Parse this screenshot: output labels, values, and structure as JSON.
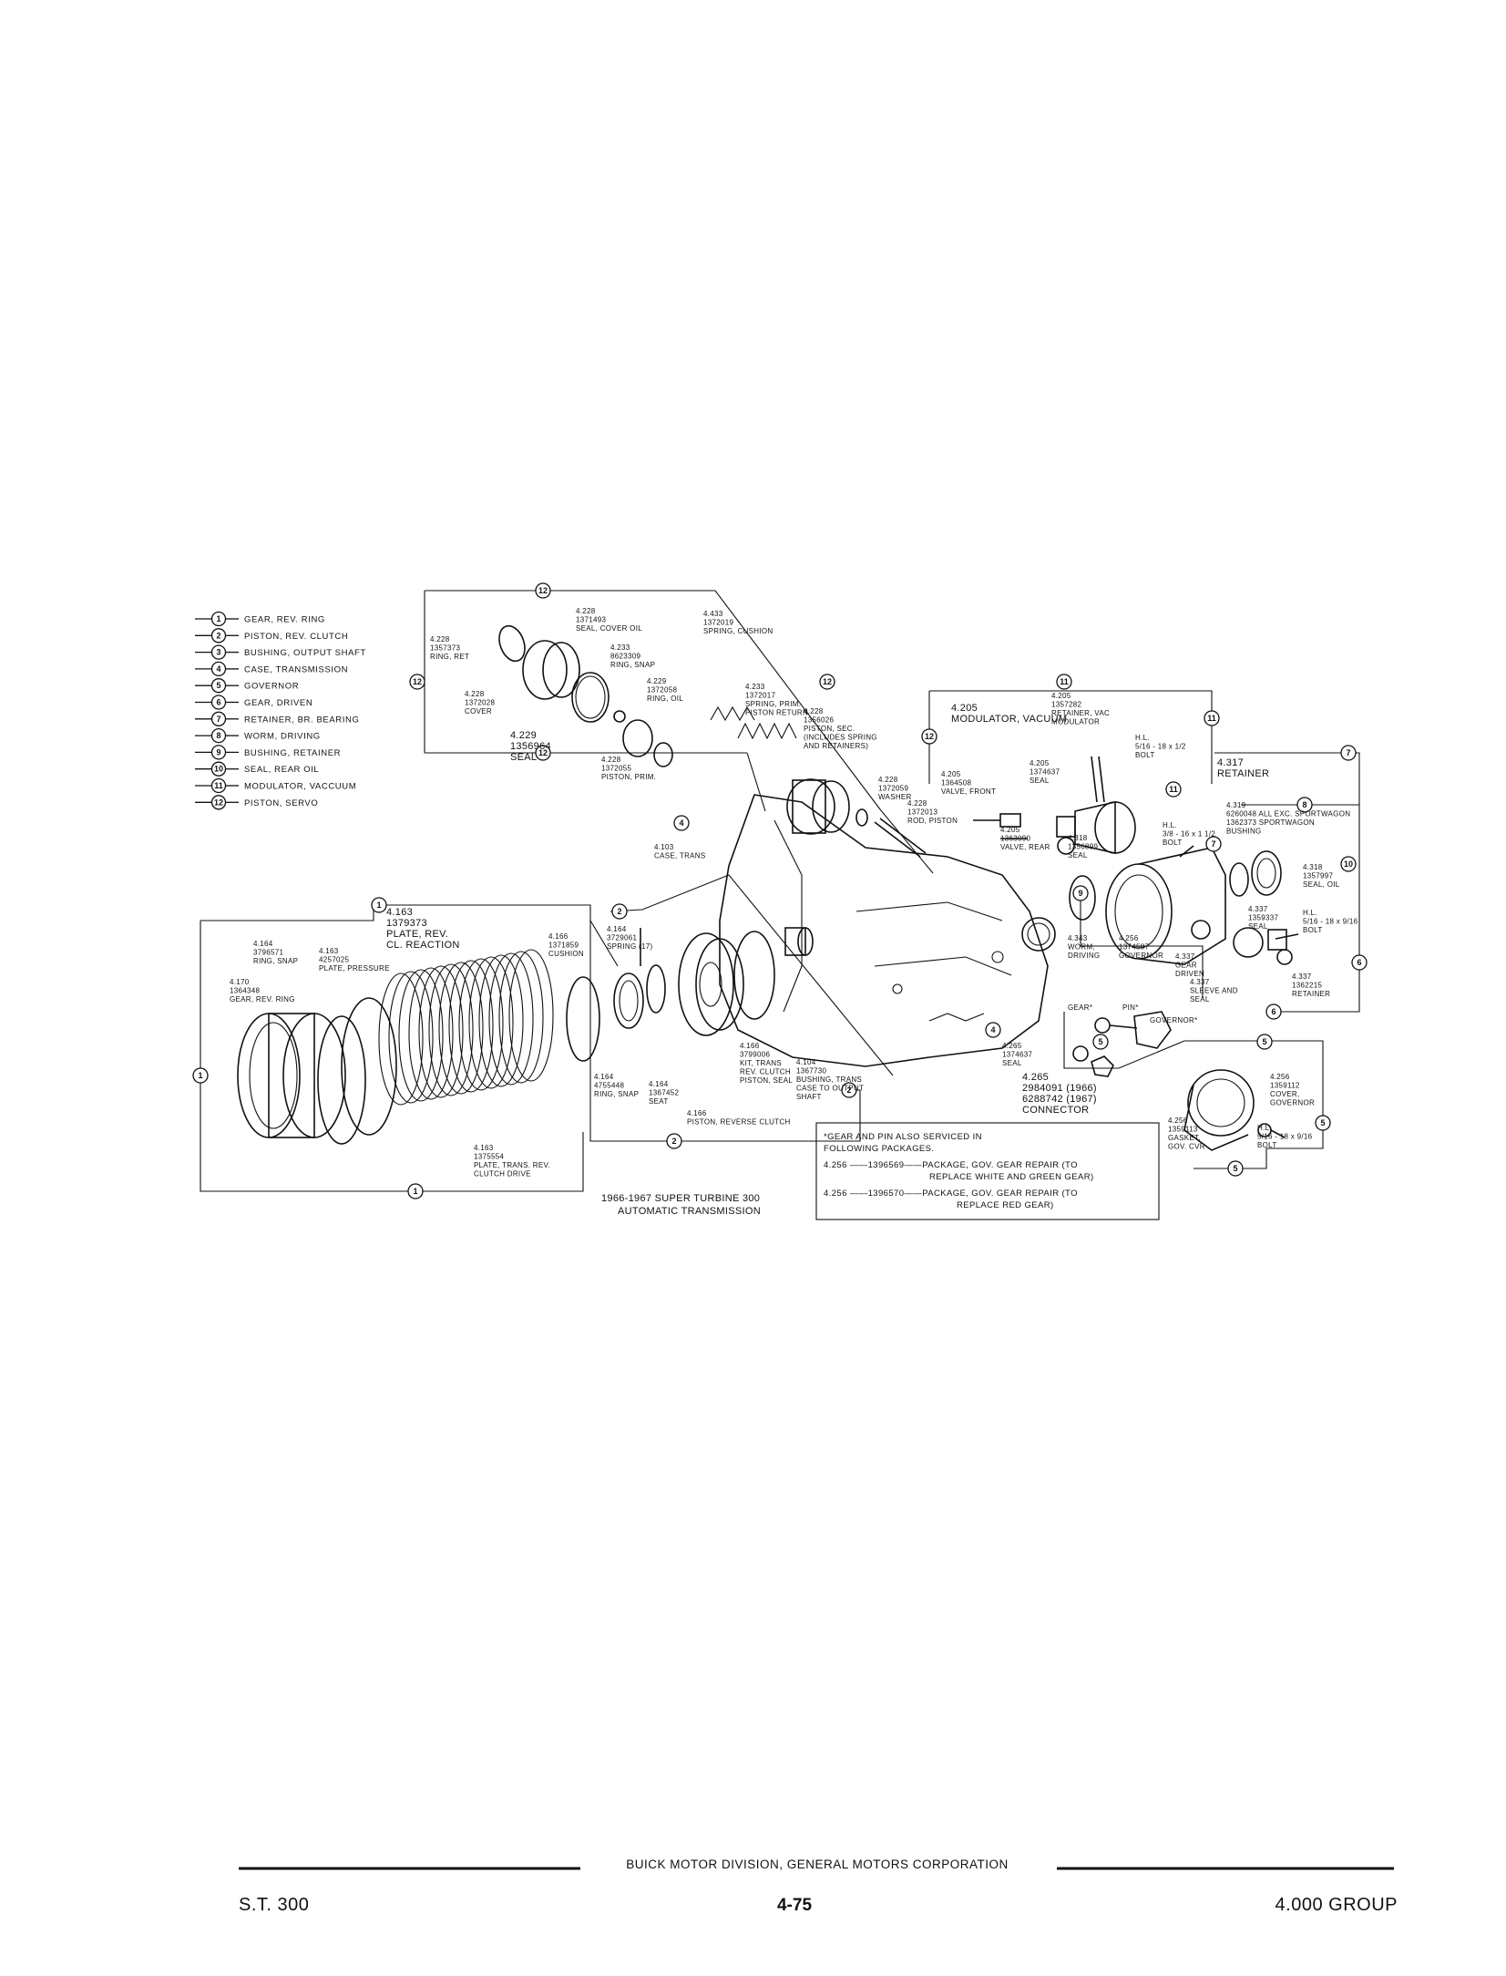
{
  "legend": [
    {
      "num": "1",
      "text": "GEAR, REV. RING"
    },
    {
      "num": "2",
      "text": "PISTON, REV. CLUTCH"
    },
    {
      "num": "3",
      "text": "BUSHING, OUTPUT SHAFT"
    },
    {
      "num": "4",
      "text": "CASE, TRANSMISSION"
    },
    {
      "num": "5",
      "text": "GOVERNOR"
    },
    {
      "num": "6",
      "text": "GEAR, DRIVEN"
    },
    {
      "num": "7",
      "text": "RETAINER, BR. BEARING"
    },
    {
      "num": "8",
      "text": "WORM, DRIVING"
    },
    {
      "num": "9",
      "text": "BUSHING, RETAINER"
    },
    {
      "num": "10",
      "text": "SEAL, REAR OIL"
    },
    {
      "num": "11",
      "text": "MODULATOR, VACCUUM"
    },
    {
      "num": "12",
      "text": "PISTON, SERVO"
    }
  ],
  "servo": {
    "ring_ret": [
      "4.228",
      "1357373",
      "RING, RET"
    ],
    "seal_cover_oil": [
      "4.228",
      "1371493",
      "SEAL, COVER OIL"
    ],
    "cover": [
      "4.228",
      "1372028",
      "COVER"
    ],
    "ring_snap": [
      "4.233",
      "8623309",
      "RING, SNAP"
    ],
    "ring_oil": [
      "4.229",
      "1372058",
      "RING, OIL"
    ],
    "spring_cushion": [
      "4.433",
      "1372019",
      "SPRING, CUSHION"
    ],
    "spring_prim": [
      "4.233",
      "1372017",
      "SPRING, PRIM.",
      "PISTON RETURN"
    ],
    "seal": [
      "4.229",
      "1356964",
      "SEAL"
    ],
    "piston_prim": [
      "4.228",
      "1372055",
      "PISTON, PRIM."
    ],
    "piston_sec": [
      "4.228",
      "1356026",
      "PISTON, SEC.",
      "(INCLUDES SPRING",
      "AND RETAINERS)"
    ],
    "washer": [
      "4.228",
      "1372059",
      "WASHER"
    ],
    "rod_piston": [
      "4.228",
      "1372013",
      "ROD, PISTON"
    ]
  },
  "modulator": {
    "modulator_vacuum": [
      "4.205",
      "MODULATOR, VACUUM"
    ],
    "retainer_vac": [
      "4.205",
      "1357282",
      "RETAINER, VAC",
      "MODULATOR"
    ],
    "bolt": [
      "H.L.",
      "5/16 - 18 x 1/2",
      "BOLT"
    ],
    "seal": [
      "4.205",
      "1374637",
      "SEAL"
    ],
    "valve_front": [
      "4.205",
      "1364508",
      "VALVE, FRONT"
    ],
    "valve_rear": [
      "4.205",
      "1363090",
      "VALVE, REAR"
    ]
  },
  "case": [
    "4.103",
    "CASE, TRANS"
  ],
  "rear": {
    "retainer": [
      "4.317",
      "RETAINER"
    ],
    "bolt": [
      "H.L.",
      "3/8 - 16 x 1 1/2",
      "BOLT"
    ],
    "bushing": [
      "4.319",
      "6260048 ALL EXC. SPORTWAGON",
      "1362373 SPORTWAGON",
      "BUSHING"
    ],
    "seal1": [
      "4.318",
      "1356899",
      "SEAL"
    ],
    "seal_oil": [
      "4.318",
      "1357997",
      "SEAL, OIL"
    ],
    "seal2": [
      "4.337",
      "1359337",
      "SEAL"
    ],
    "bolt2": [
      "H.L.",
      "5/16 - 18 x 9/16",
      "BOLT"
    ],
    "worm_driving": [
      "4.343",
      "WORM,",
      "DRIVING"
    ],
    "governor": [
      "4.256",
      "1374587",
      "GOVERNOR"
    ],
    "gear_driven": [
      "4.337",
      "GEAR",
      "DRIVEN"
    ],
    "sleeve_seal": [
      "4.337",
      "SLEEVE AND",
      "SEAL"
    ],
    "retainer2": [
      "4.337",
      "1362215",
      "RETAINER"
    ],
    "gear_label": "GEAR*",
    "pin_label": "PIN*",
    "governor_label": "GOVERNOR*"
  },
  "connector": {
    "seal": [
      "4.265",
      "1374637",
      "SEAL"
    ],
    "connector": [
      "4.265",
      "2984091 (1966)",
      "6288742 (1967)",
      "CONNECTOR"
    ]
  },
  "gov_cover": {
    "cover": [
      "4.256",
      "1359112",
      "COVER,",
      "GOVERNOR"
    ],
    "gasket": [
      "4.256",
      "1359113",
      "GASKET,",
      "GOV. CVR"
    ],
    "bolt": [
      "H.L.",
      "5/16 - 18 x 9/16",
      "BOLT"
    ]
  },
  "clutch": {
    "plate_rev": [
      "4.163",
      "1379373",
      "PLATE, REV.",
      "CL. REACTION"
    ],
    "ring_snap": [
      "4.164",
      "3796571",
      "RING, SNAP"
    ],
    "plate_pressure": [
      "4.163",
      "4257025",
      "PLATE, PRESSURE"
    ],
    "gear_rev_ring": [
      "4.170",
      "1364348",
      "GEAR, REV. RING"
    ],
    "cushion": [
      "4.166",
      "1371859",
      "CUSHION"
    ],
    "plate_drive": [
      "4.163",
      "1375554",
      "PLATE, TRANS. REV.",
      "CLUTCH DRIVE"
    ]
  },
  "reverse": {
    "spring": [
      "4.164",
      "3729061",
      "SPRING (17)"
    ],
    "ring_snap": [
      "4.164",
      "4755448",
      "RING, SNAP"
    ],
    "seat": [
      "4.164",
      "1367452",
      "SEAT"
    ],
    "piston_seal": [
      "4.166",
      "3799006",
      "KIT, TRANS",
      "REV. CLUTCH",
      "PISTON, SEAL"
    ],
    "bushing": [
      "4.104",
      "1367730",
      "BUSHING, TRANS",
      "CASE TO OUTPUT",
      "SHAFT"
    ],
    "piston": [
      "4.166",
      "PISTON, REVERSE CLUTCH"
    ]
  },
  "caption": [
    "1966-1967 SUPER TURBINE 300",
    "AUTOMATIC TRANSMISSION"
  ],
  "note": {
    "title1": "*GEAR AND PIN ALSO SERVICED IN",
    "title2": "FOLLOWING PACKAGES.",
    "line1a": "4.256 ——1396569——PACKAGE, GOV. GEAR REPAIR (TO",
    "line1b": "REPLACE WHITE AND GREEN GEAR)",
    "line2a": "4.256 ——1396570——PACKAGE, GOV. GEAR REPAIR (TO",
    "line2b": "REPLACE RED GEAR)"
  },
  "footer": {
    "center_text": "BUICK MOTOR DIVISION, GENERAL MOTORS CORPORATION",
    "left": "S.T. 300",
    "center": "4-75",
    "right": "4.000 GROUP"
  }
}
